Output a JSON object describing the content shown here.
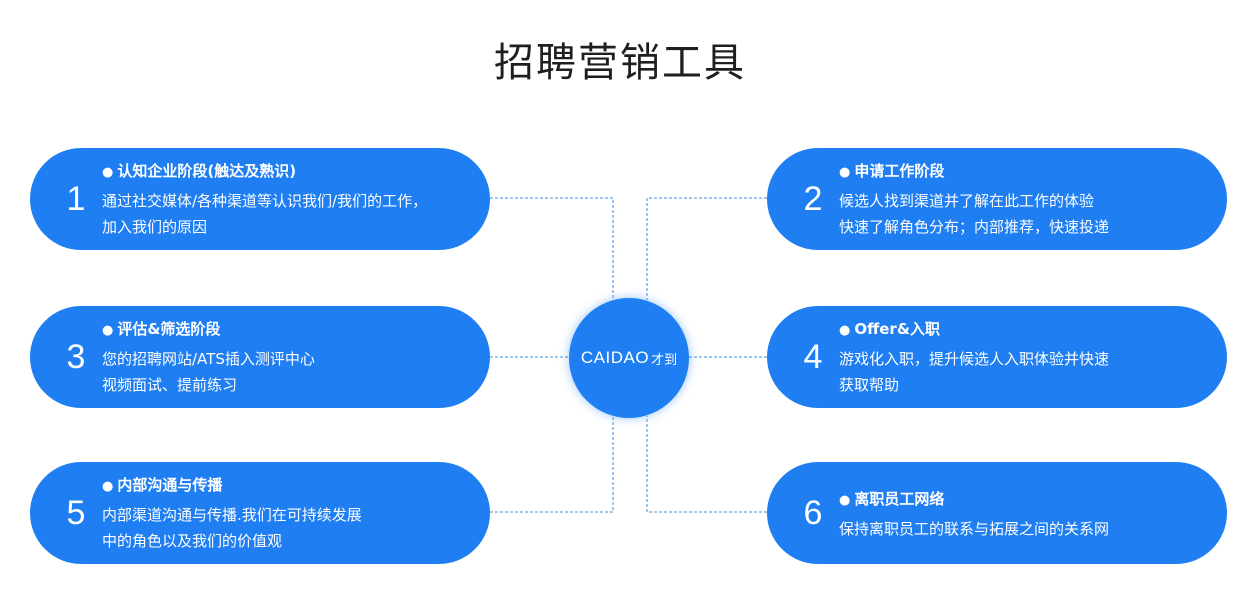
{
  "title": "招聘营销工具",
  "center": {
    "brand": "CAIDAO",
    "suffix": "才到"
  },
  "stages": [
    {
      "num": "1",
      "heading": "认知企业阶段(触达及熟识)",
      "lines": [
        "通过社交媒体/各种渠道等认识我们/我们的工作，",
        "加入我们的原因"
      ]
    },
    {
      "num": "2",
      "heading": "申请工作阶段",
      "lines": [
        "候选人找到渠道并了解在此工作的体验",
        "快速了解角色分布；内部推荐，快速投递"
      ]
    },
    {
      "num": "3",
      "heading": "评估&筛选阶段",
      "lines": [
        "您的招聘网站/ATS插入测评中心",
        "视频面试、提前练习"
      ]
    },
    {
      "num": "4",
      "heading": "Offer&入职",
      "lines": [
        "游戏化入职，提升候选人入职体验并快速",
        "获取帮助"
      ]
    },
    {
      "num": "5",
      "heading": "内部沟通与传播",
      "lines": [
        "内部渠道沟通与传播.我们在可持续发展",
        "中的角色以及我们的价值观"
      ]
    },
    {
      "num": "6",
      "heading": "离职员工网络",
      "lines": [
        "保持离职员工的联系与拓展之间的关系网"
      ]
    }
  ],
  "colors": {
    "pill": "#1e7ef2",
    "connector": "#3b8fd8",
    "title": "#1f1f1f"
  }
}
